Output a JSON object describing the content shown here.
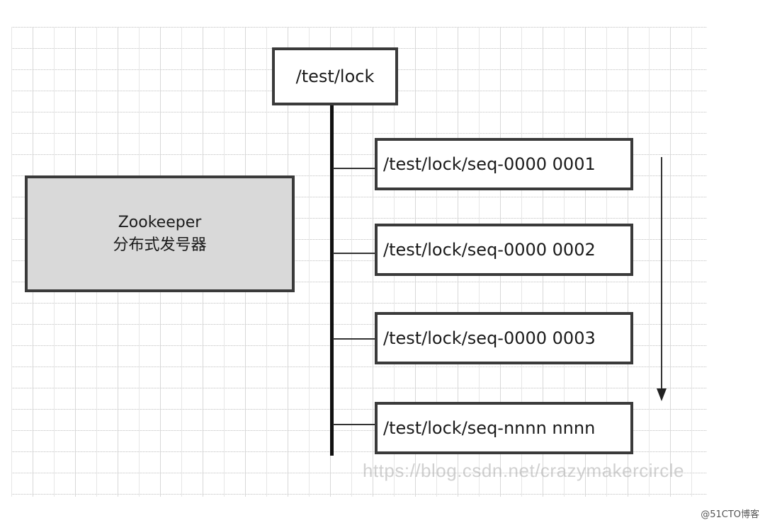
{
  "diagram": {
    "root_node": {
      "label": "/test/lock"
    },
    "generator_node": {
      "line1": "Zookeeper",
      "line2": "分布式发号器"
    },
    "sequence_nodes": [
      {
        "label": "/test/lock/seq-0000 0001"
      },
      {
        "label": "/test/lock/seq-0000 0002"
      },
      {
        "label": "/test/lock/seq-0000 0003"
      },
      {
        "label": "/test/lock/seq-nnnn nnnn"
      }
    ],
    "colors": {
      "border": "#3a3a3a",
      "generator_fill": "#d9d9d9",
      "trunk": "#111111",
      "grid": "#d6d6d6"
    }
  },
  "watermarks": {
    "url": "https://blog.csdn.net/crazymakercircle",
    "brand": "@51CTO博客"
  }
}
